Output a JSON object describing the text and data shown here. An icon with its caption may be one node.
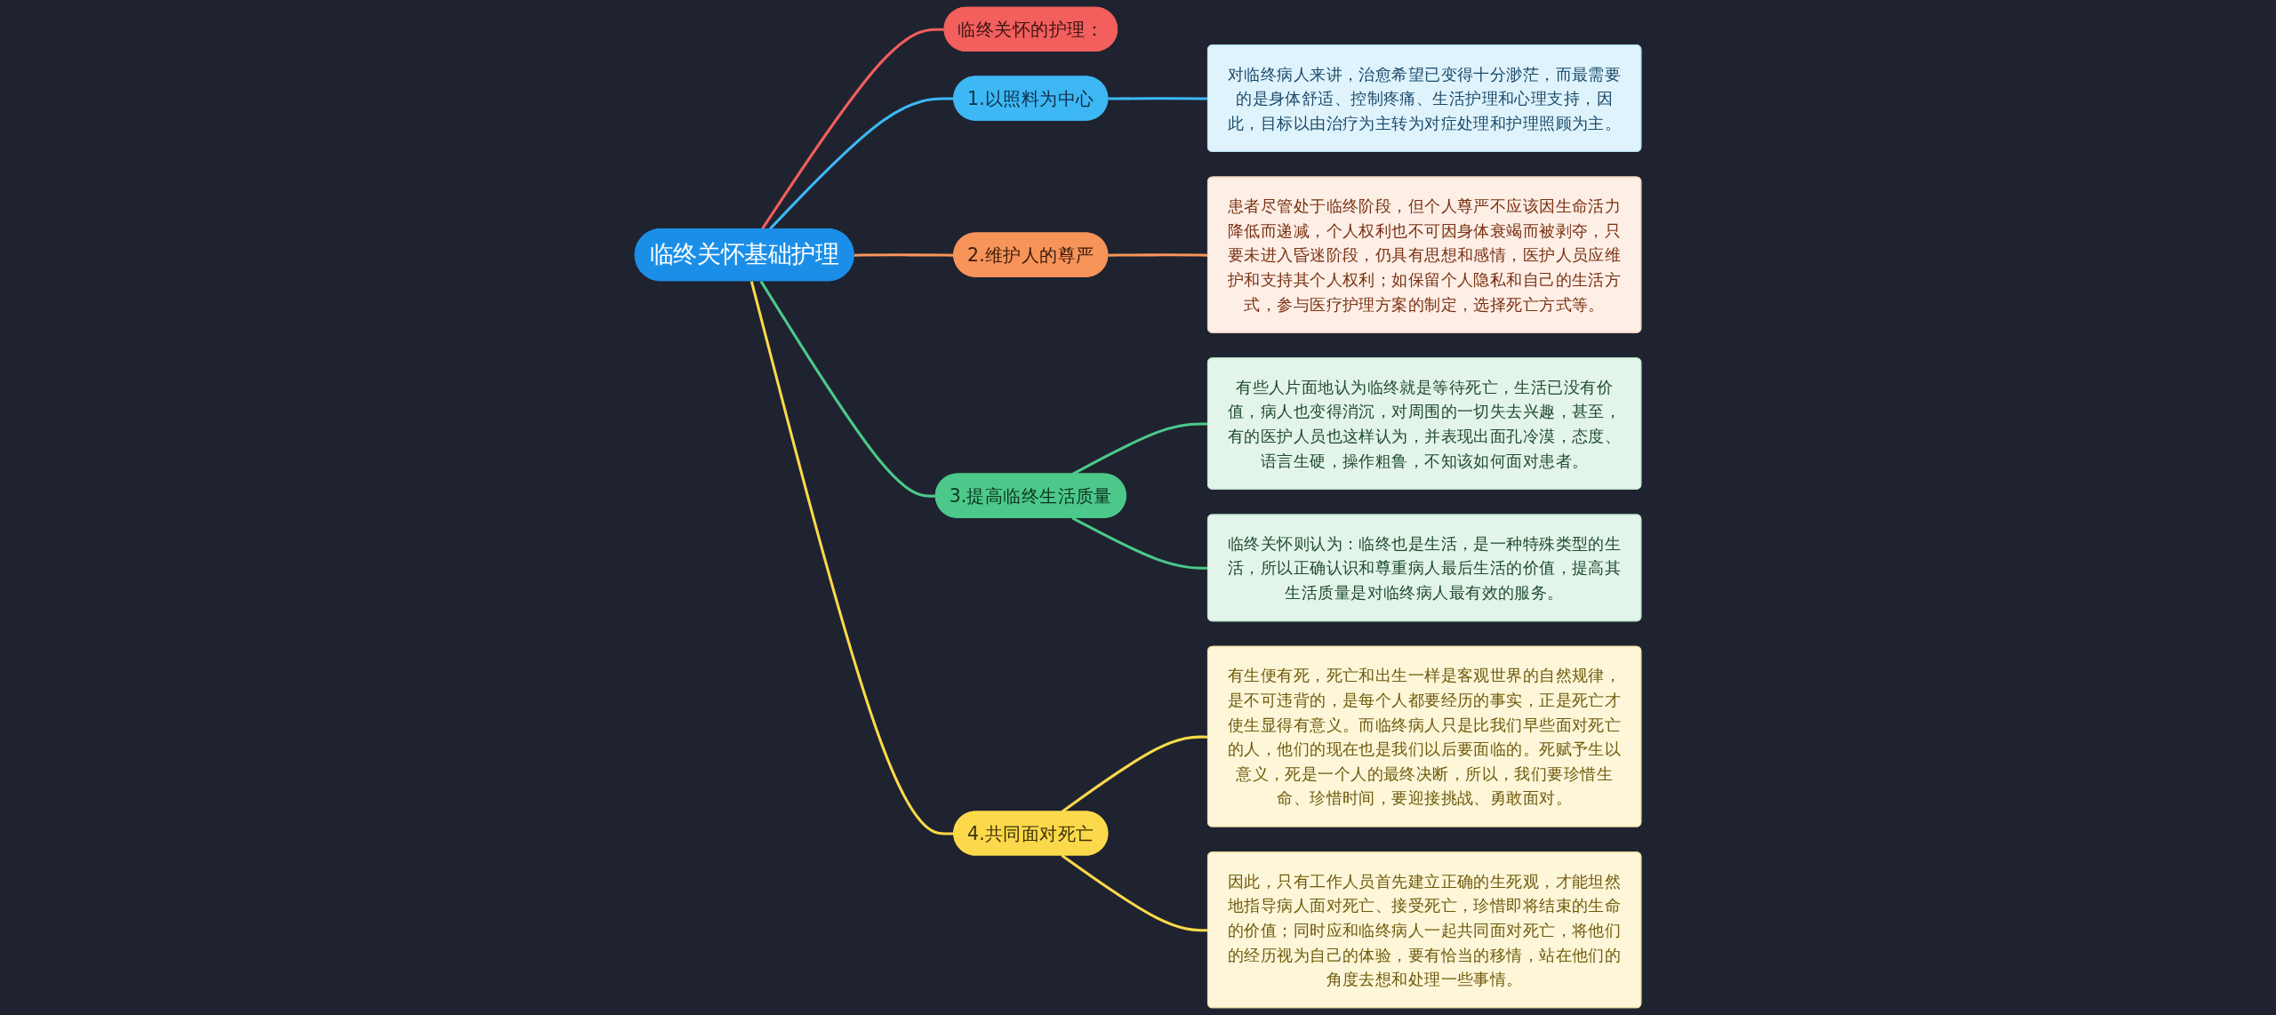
{
  "diagram": {
    "nodes": [
      {
        "text": [
          "临终关怀基础护理"
        ]
      },
      {
        "text": [
          "临终关怀的护理："
        ]
      },
      {
        "text": [
          "1.以照料为中心"
        ]
      },
      {
        "text": [
          "对临终病人来讲，治愈希望已变得十分渺茫，而最需要的是身体舒适、控制疼痛、生活护理和心理支持，因此，目标以由治疗为主转为对症处理和护理照顾为主。"
        ]
      },
      {
        "text": [
          "2.维护人的尊严"
        ]
      },
      {
        "text": [
          "患者尽管处于临终阶段，但个人尊严不应该因生命活力降低而递减，个人权利也不可因身体衰竭而被剥夺，只要未进入昏迷阶段，仍具有思想和感情，医护人员应维护和支持其个人权利；如保留个人隐私和自己的生活方式，参与医疗护理方案的制定，选择死亡方式等。"
        ]
      },
      {
        "text": [
          "3.提高临终生活质量"
        ]
      },
      {
        "text": [
          "有些人片面地认为临终就是等待死亡，生活已没有价值，病人也变得消沉，对周围的一切失去兴趣，甚至，有的医护人员也这样认为，并表现出面孔冷漠，态度、语言生硬，操作粗鲁，不知该如何面对患者。"
        ]
      },
      {
        "text": [
          "临终关怀则认为：临终也是生活，是一种特殊类型的生活，所以正确认识和尊重病人最后生活的价值，提高其生活质量是对临终病人最有效的服务。"
        ]
      },
      {
        "text": [
          "4.共同面对死亡"
        ]
      },
      {
        "text": [
          "有生便有死，死亡和出生一样是客观世界的自然规律，是不可违背的，是每个人都要经历的事实，正是死亡才使生显得有意义。而临终病人只是比我们早些面对死亡的人，他们的现在也是我们以后要面临的。死赋予生以意义，死是一个人的最终决断，所以，我们要珍惜生命、珍惜时间，要迎接挑战、勇敢面对。"
        ]
      },
      {
        "text": [
          "因此，只有工作人员首先建立正确的生死观，才能坦然地指导病人面对死亡、接受死亡，珍惜即将结束的生命的价值；同时应和临终病人一起共同面对死亡，将他们的经历视为自己的体验，要有恰当的移情，站在他们的角度去想和处理一些事情。"
        ]
      }
    ],
    "edges": [
      {
        "from": 0,
        "to": 1,
        "arrow": "none",
        "color": "#f25f5c"
      },
      {
        "from": 0,
        "to": 2,
        "arrow": "none",
        "color": "#3db8f5"
      },
      {
        "from": 2,
        "to": 3,
        "arrow": "none",
        "color": "#3db8f5"
      },
      {
        "from": 0,
        "to": 4,
        "arrow": "none",
        "color": "#f7945a"
      },
      {
        "from": 4,
        "to": 5,
        "arrow": "none",
        "color": "#f7945a"
      },
      {
        "from": 0,
        "to": 6,
        "arrow": "none",
        "color": "#4cc98a"
      },
      {
        "from": 6,
        "to": 7,
        "arrow": "none",
        "color": "#4cc98a"
      },
      {
        "from": 6,
        "to": 8,
        "arrow": "none",
        "color": "#4cc98a"
      },
      {
        "from": 0,
        "to": 9,
        "arrow": "none",
        "color": "#fcd94a"
      },
      {
        "from": 9,
        "to": 10,
        "arrow": "none",
        "color": "#fcd94a"
      },
      {
        "from": 9,
        "to": 11,
        "arrow": "none",
        "color": "#fcd94a"
      }
    ]
  }
}
